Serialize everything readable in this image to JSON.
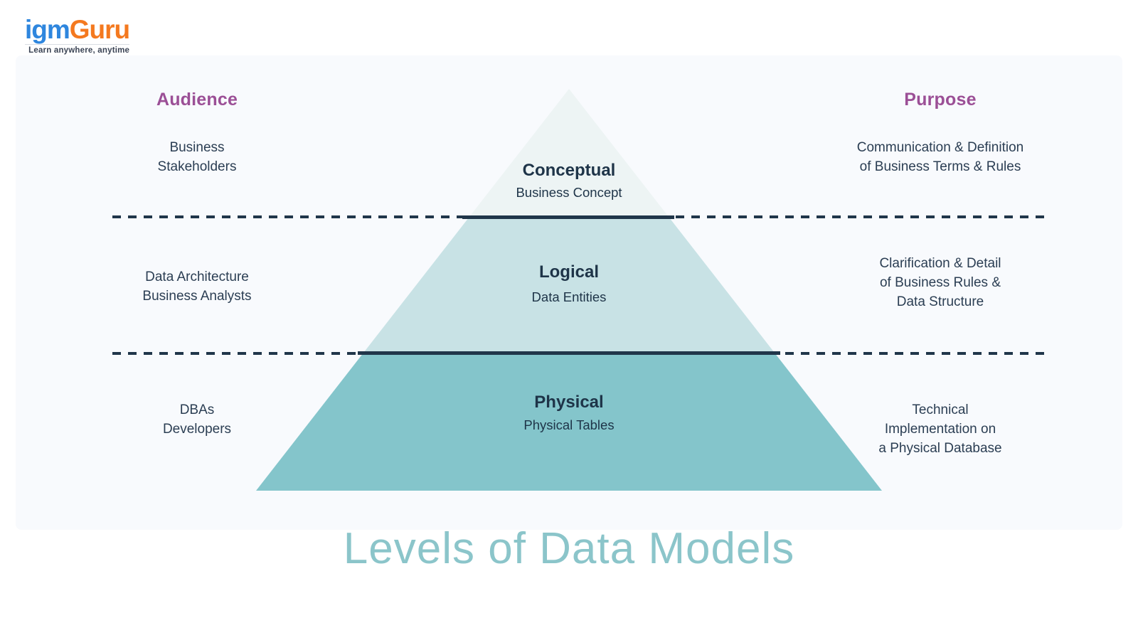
{
  "logo": {
    "part1": "igm",
    "part2": "Guru",
    "tagline": "Learn anywhere, anytime"
  },
  "columns": {
    "audience_header": "Audience",
    "purpose_header": "Purpose"
  },
  "levels": [
    {
      "name": "Conceptual",
      "descriptor": "Business Concept",
      "audience": "Business\nStakeholders",
      "purpose": "Communication & Definition\nof Business Terms & Rules"
    },
    {
      "name": "Logical",
      "descriptor": "Data Entities",
      "audience": "Data Architecture\nBusiness Analysts",
      "purpose": "Clarification & Detail\nof Business Rules &\nData Structure"
    },
    {
      "name": "Physical",
      "descriptor": "Physical Tables",
      "audience": "DBAs\nDevelopers",
      "purpose": "Technical\nImplementation on\na Physical Database"
    }
  ],
  "title": "Levels of Data Models",
  "colors": {
    "logo-blue": "#2E86DE",
    "logo-orange": "#F4791F",
    "header-purple": "#9B4F96",
    "text-dark": "#2B3E53",
    "line-dark": "#20364A",
    "level-1": "#EDF4F4",
    "level-2": "#C8E2E5",
    "level-3": "#84C5CB",
    "title-teal": "#8BC5CA",
    "panel-bg": "#F8FAFD"
  }
}
